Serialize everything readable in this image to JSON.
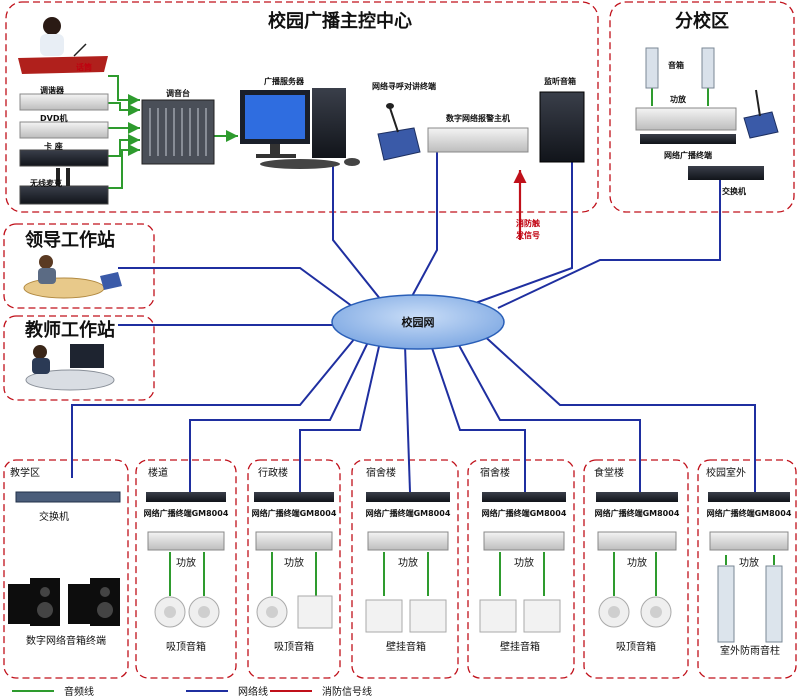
{
  "colors": {
    "audio_line": "#2e9b2e",
    "network_line": "#1f2fa0",
    "fire_line": "#c0101a",
    "border_dashed": "#c0101a",
    "cloud_fill": "#8fb6ea",
    "cloud_stroke": "#2a5fb8"
  },
  "control_center": {
    "title": "校园广播主控中心",
    "sources": [
      {
        "label": "话筒",
        "icon": "microphone-desk-icon"
      },
      {
        "label": "调谐器",
        "icon": "tuner-icon"
      },
      {
        "label": "DVD机",
        "icon": "dvd-player-icon"
      },
      {
        "label": "卡 座",
        "icon": "cassette-deck-icon"
      },
      {
        "label": "无线麦克",
        "icon": "wireless-mic-icon"
      }
    ],
    "mixer": "调音台",
    "server": "广播服务器",
    "intercom": "网络寻呼对讲终端",
    "alarm_host": "数字网络报警主机",
    "monitor": "监听音箱",
    "fire_trigger": "消防触发信号"
  },
  "branch": {
    "title": "分校区",
    "speaker": "音箱",
    "amplifier": "功放",
    "terminal": "网络广播终端",
    "switch": "交换机"
  },
  "leader_station": "领导工作站",
  "teacher_station": "教师工作站",
  "network_cloud": "校园网",
  "zones": [
    {
      "title": "教学区",
      "switch": "交换机",
      "speaker": "数字网络音箱终端"
    },
    {
      "title": "楼道",
      "terminal": "网络广播终端GM8004",
      "amp": "功放",
      "speaker": "吸顶音箱"
    },
    {
      "title": "行政楼",
      "terminal": "网络广播终端GM8004",
      "amp": "功放",
      "speaker": "吸顶音箱"
    },
    {
      "title": "宿舍楼",
      "terminal": "网络广播终端GM8004",
      "amp": "功放",
      "speaker": "壁挂音箱"
    },
    {
      "title": "宿舍楼",
      "terminal": "网络广播终端GM8004",
      "amp": "功放",
      "speaker": "壁挂音箱"
    },
    {
      "title": "食堂楼",
      "terminal": "网络广播终端GM8004",
      "amp": "功放",
      "speaker": "吸顶音箱"
    },
    {
      "title": "校园室外",
      "terminal": "网络广播终端GM8004",
      "amp": "功放",
      "speaker": "室外防雨音柱"
    }
  ],
  "legend": [
    {
      "label": "音频线",
      "color": "#2e9b2e"
    },
    {
      "label": "网络线",
      "color": "#1f2fa0"
    },
    {
      "label": "消防信号线",
      "color": "#c0101a"
    }
  ]
}
